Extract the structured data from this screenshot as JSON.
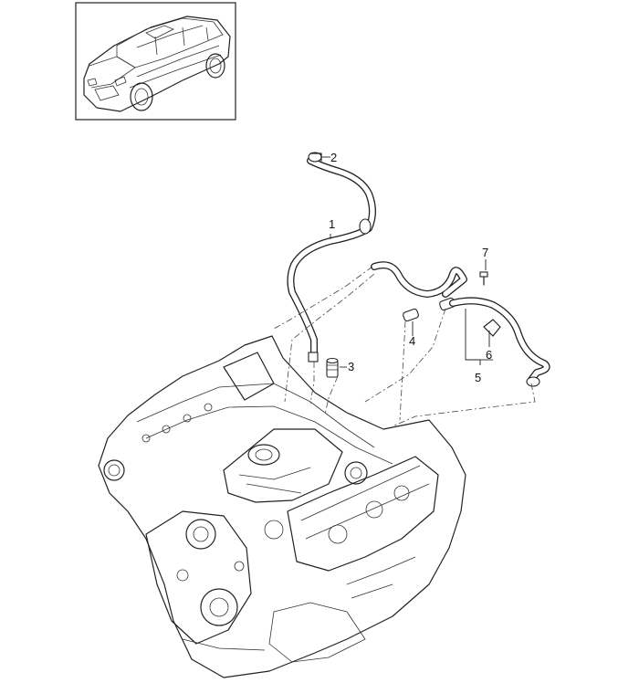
{
  "callouts": [
    {
      "id": "1",
      "label": "1"
    },
    {
      "id": "2",
      "label": "2"
    },
    {
      "id": "3",
      "label": "3"
    },
    {
      "id": "4",
      "label": "4"
    },
    {
      "id": "5",
      "label": "5"
    },
    {
      "id": "6",
      "label": "6"
    },
    {
      "id": "7",
      "label": "7"
    }
  ],
  "thumbnail": {
    "subject": "vehicle-overview",
    "icon": "suv-icon"
  },
  "colors": {
    "line": "#222222",
    "background": "#ffffff"
  }
}
